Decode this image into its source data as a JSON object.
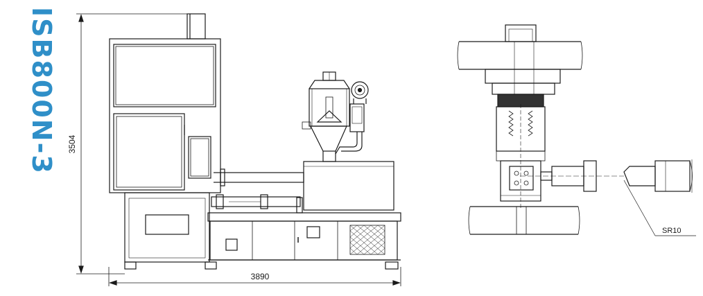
{
  "model": "ISB800N-3",
  "colors": {
    "brand": "#2f8fc8",
    "line": "#1a1a1a"
  },
  "dimensions": {
    "height": "3504",
    "width": "3890"
  },
  "detail": {
    "radius_label": "SR10"
  }
}
